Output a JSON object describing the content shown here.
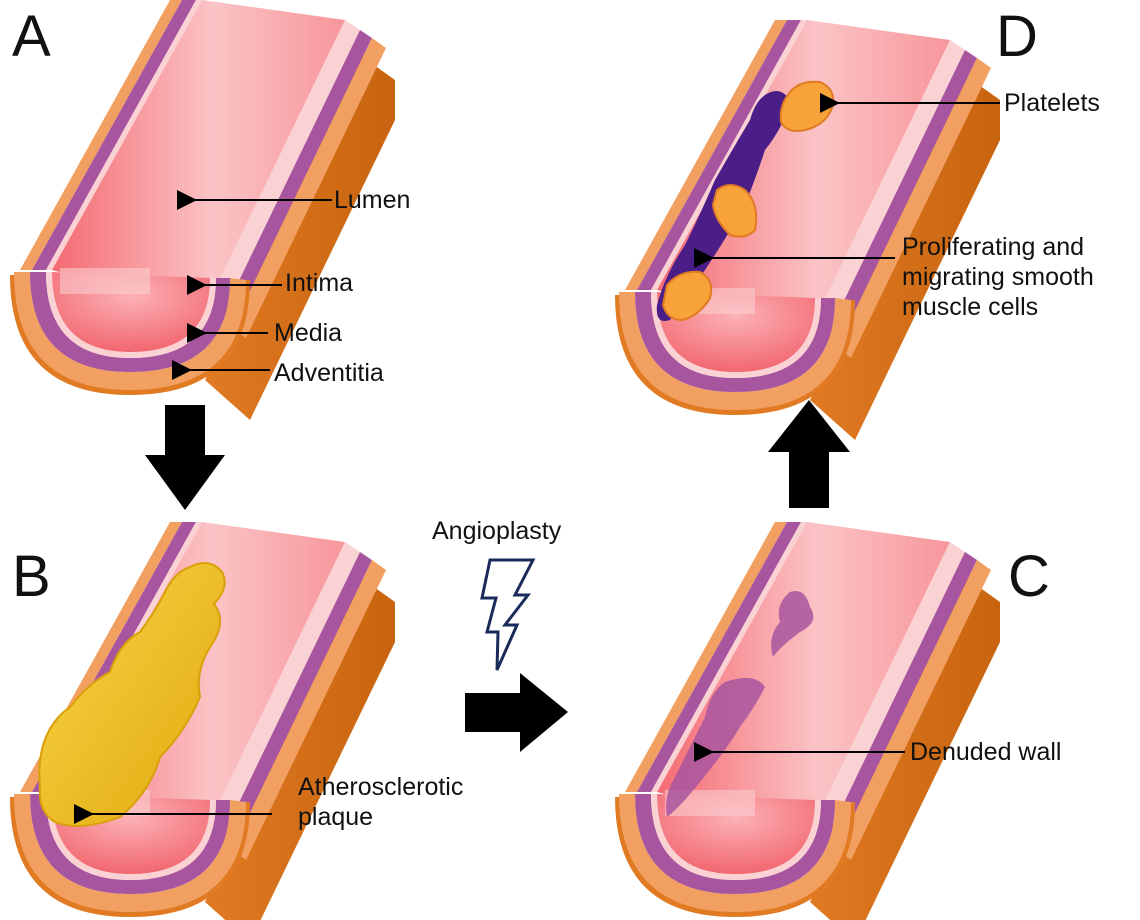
{
  "panels": {
    "a": {
      "letter": "A",
      "labels": {
        "lumen": "Lumen",
        "intima": "Intima",
        "media": "Media",
        "adventitia": "Adventitia"
      }
    },
    "b": {
      "letter": "B",
      "labels": {
        "plaque_line1": "Atherosclerotic",
        "plaque_line2": "plaque"
      }
    },
    "c": {
      "letter": "C",
      "labels": {
        "denuded": "Denuded wall"
      }
    },
    "d": {
      "letter": "D",
      "labels": {
        "platelets": "Platelets",
        "smc_line1": "Proliferating and",
        "smc_line2": "migrating smooth",
        "smc_line3": "muscle cells"
      }
    }
  },
  "procedure": {
    "label": "Angioplasty"
  },
  "colors": {
    "lumen": "#f46a72",
    "lumen_light": "#fbc4c6",
    "intima_edge": "#f7a1a6",
    "media": "#a8559f",
    "adventitia": "#f2a061",
    "adventitia_side": "#e07a23",
    "plaque": "#f5c218",
    "plaque_shade": "#d9a00a",
    "smooth_muscle": "#4a1e86",
    "platelets": "#f7a33a",
    "denuded": "#a8559f",
    "arrows": "#000000",
    "lightning": "#1a2a5a"
  }
}
